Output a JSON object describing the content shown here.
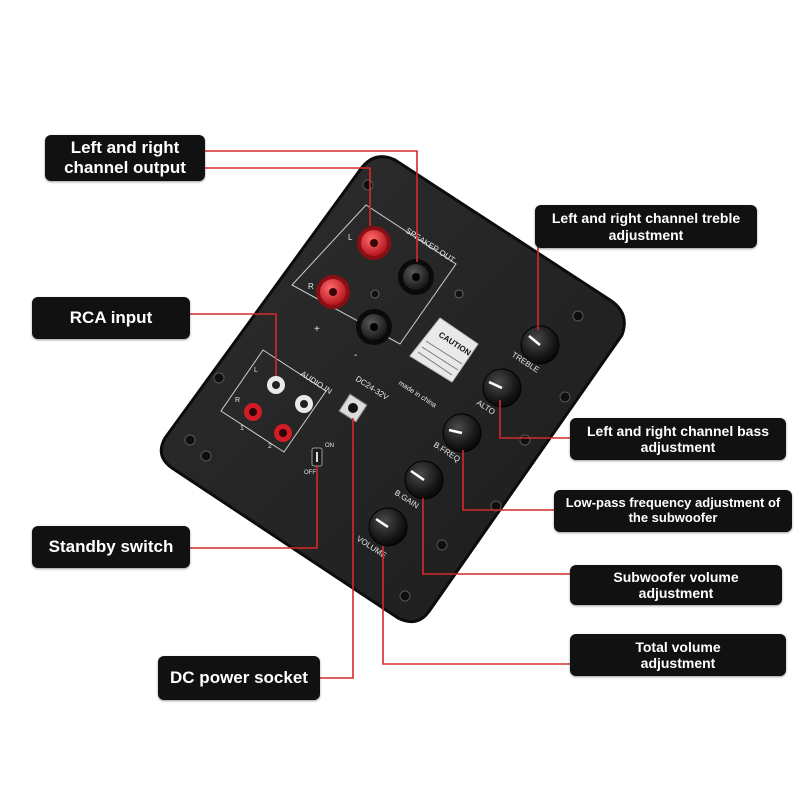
{
  "colors": {
    "leader_line": "#d42a2a",
    "callout_bg": "#111111",
    "callout_text": "#ffffff",
    "panel": "#262626"
  },
  "callouts": {
    "channel_output": "Left and right\nchannel output",
    "rca_input": "RCA input",
    "standby_switch": "Standby switch",
    "dc_power_socket": "DC power socket",
    "treble": "Left and right channel treble\nadjustment",
    "bass": "Left and right channel bass\nadjustment",
    "lowpass": "Low-pass frequency adjustment of\nthe subwoofer",
    "sub_volume": "Subwoofer volume adjustment",
    "total_volume": "Total volume\nadjustment"
  },
  "panel_labels": {
    "speaker_out": "SPEAKER OUT",
    "caution": "CAUTION",
    "audio_in": "AUDIO IN",
    "dc_rating": "DC24-32V",
    "made_in": "made in china",
    "on": "ON",
    "off": "OFF",
    "treble": "TREBLE",
    "alto": "ALTO",
    "b_freq": "B.FREQ",
    "b_gain": "B.GAIN",
    "volume": "VOLUME",
    "l": "L",
    "r": "R",
    "plus": "+",
    "minus": "-",
    "one": "1",
    "two": "2"
  }
}
